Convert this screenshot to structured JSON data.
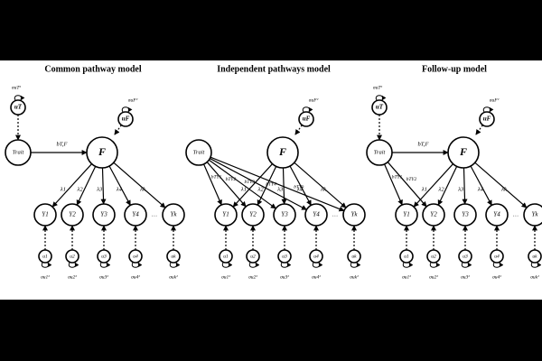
{
  "panels": [
    {
      "title": "Common pathway model",
      "trait": {
        "label": "Trait",
        "var_label": "σuT²",
        "residual": "uT"
      },
      "factor": {
        "label": "F",
        "var_label": "σuF²",
        "residual": "uF"
      },
      "path_trait_factor": "bT,F",
      "lambdas": [
        "λ1",
        "λ2",
        "λ3",
        "λ4",
        "λk"
      ],
      "indicators": [
        "Y1",
        "Y2",
        "Y3",
        "Y4",
        "Yk"
      ],
      "residuals": [
        "u1",
        "u2",
        "u3",
        "u4",
        "uk"
      ],
      "residual_vars": [
        "σu1²",
        "σu2²",
        "σu3²",
        "σu4²",
        "σuk²"
      ],
      "trait_paths": []
    },
    {
      "title": "Independent pathways model",
      "trait": {
        "label": "Trait",
        "var_label": "",
        "residual": ""
      },
      "factor": {
        "label": "F",
        "var_label": "σuF²",
        "residual": "uF"
      },
      "path_trait_factor": "",
      "lambdas": [
        "λ1",
        "λ2",
        "λ3",
        "λ4",
        "λk"
      ],
      "indicators": [
        "Y1",
        "Y2",
        "Y3",
        "Y4",
        "Yk"
      ],
      "residuals": [
        "u1",
        "u2",
        "u3",
        "u4",
        "uk"
      ],
      "residual_vars": [
        "σu1²",
        "σu2²",
        "σu3²",
        "σu4²",
        "σuk²"
      ],
      "trait_paths": [
        "bTY1",
        "bTY2",
        "bTY3",
        "bTY4",
        "bTYk"
      ]
    },
    {
      "title": "Follow-up model",
      "trait": {
        "label": "Trait",
        "var_label": "σuT²",
        "residual": "uT"
      },
      "factor": {
        "label": "F",
        "var_label": "σuF²",
        "residual": "uF"
      },
      "path_trait_factor": "bT,F",
      "lambdas": [
        "λ1",
        "λ2",
        "λ3",
        "λ4",
        "λk"
      ],
      "indicators": [
        "Y1",
        "Y2",
        "Y3",
        "Y4",
        "Yk"
      ],
      "residuals": [
        "u1",
        "u2",
        "u3",
        "u4",
        "uk"
      ],
      "residual_vars": [
        "σu1²",
        "σu2²",
        "σu3²",
        "σu4²",
        "σuk²"
      ],
      "trait_paths": [
        "bTY1",
        "bTY2"
      ]
    }
  ],
  "ellipsis": "…",
  "colors": {
    "background": "#000000",
    "panel": "#ffffff",
    "ink": "#000000"
  }
}
